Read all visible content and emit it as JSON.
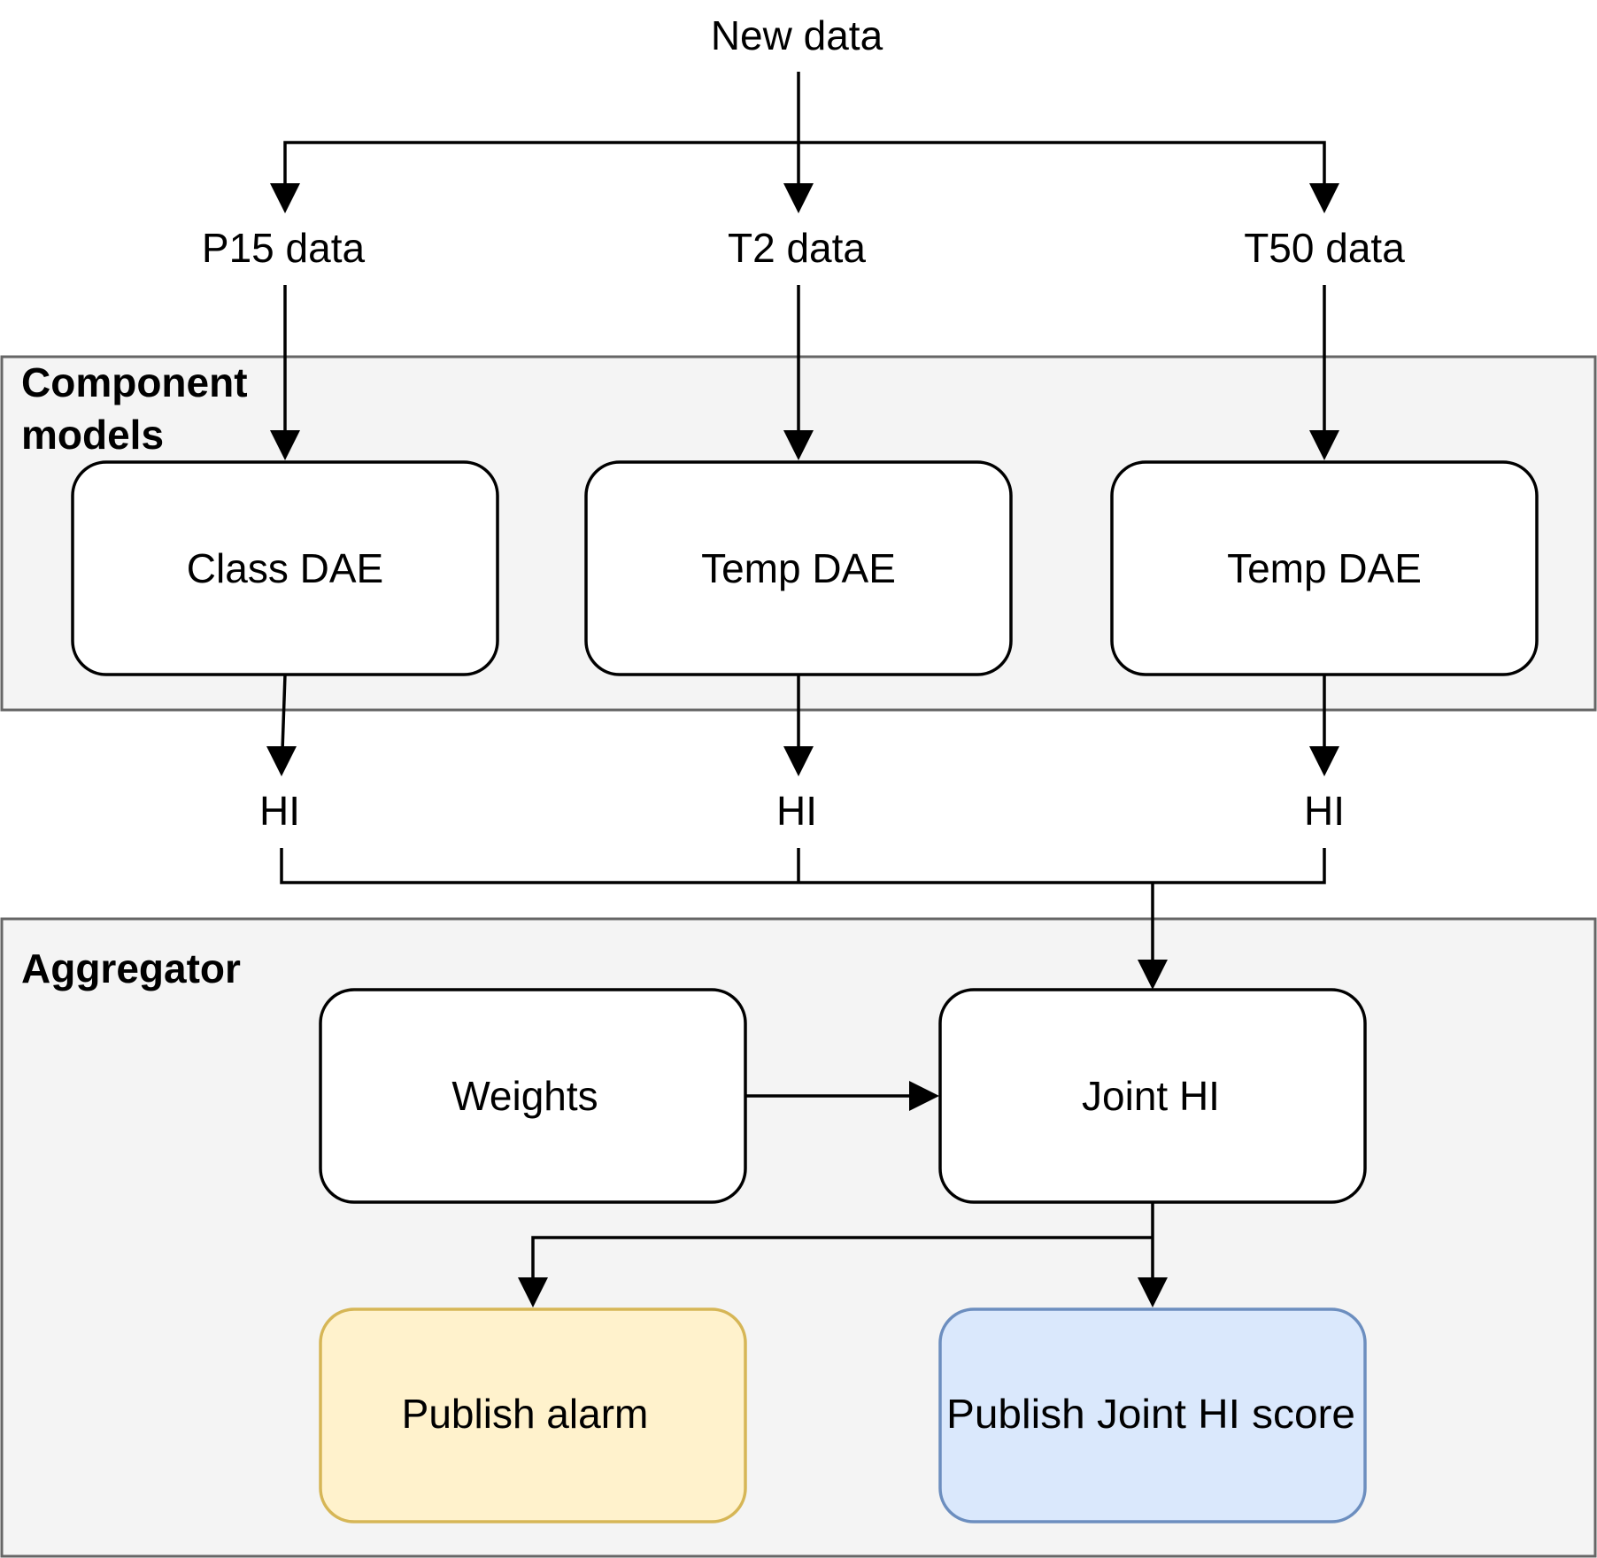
{
  "labels": {
    "new_data": "New data",
    "p15_data": "P15 data",
    "t2_data": "T2 data",
    "t50_data": "T50 data",
    "hi_1": "HI",
    "hi_2": "HI",
    "hi_3": "HI"
  },
  "groups": {
    "component_models_line1": "Component",
    "component_models_line2": "models",
    "aggregator": "Aggregator"
  },
  "nodes": {
    "class_dae": "Class DAE",
    "temp_dae_1": "Temp DAE",
    "temp_dae_2": "Temp DAE",
    "weights": "Weights",
    "joint_hi": "Joint HI",
    "publish_alarm": "Publish alarm",
    "publish_joint_hi_score": "Publish Joint HI score"
  },
  "colors": {
    "group_fill": "#f4f4f4",
    "group_stroke": "#666666",
    "node_fill": "#ffffff",
    "node_stroke": "#000000",
    "alarm_fill": "#fff2cc",
    "alarm_stroke": "#d6b656",
    "score_fill": "#dae8fc",
    "score_stroke": "#6c8ebf"
  }
}
